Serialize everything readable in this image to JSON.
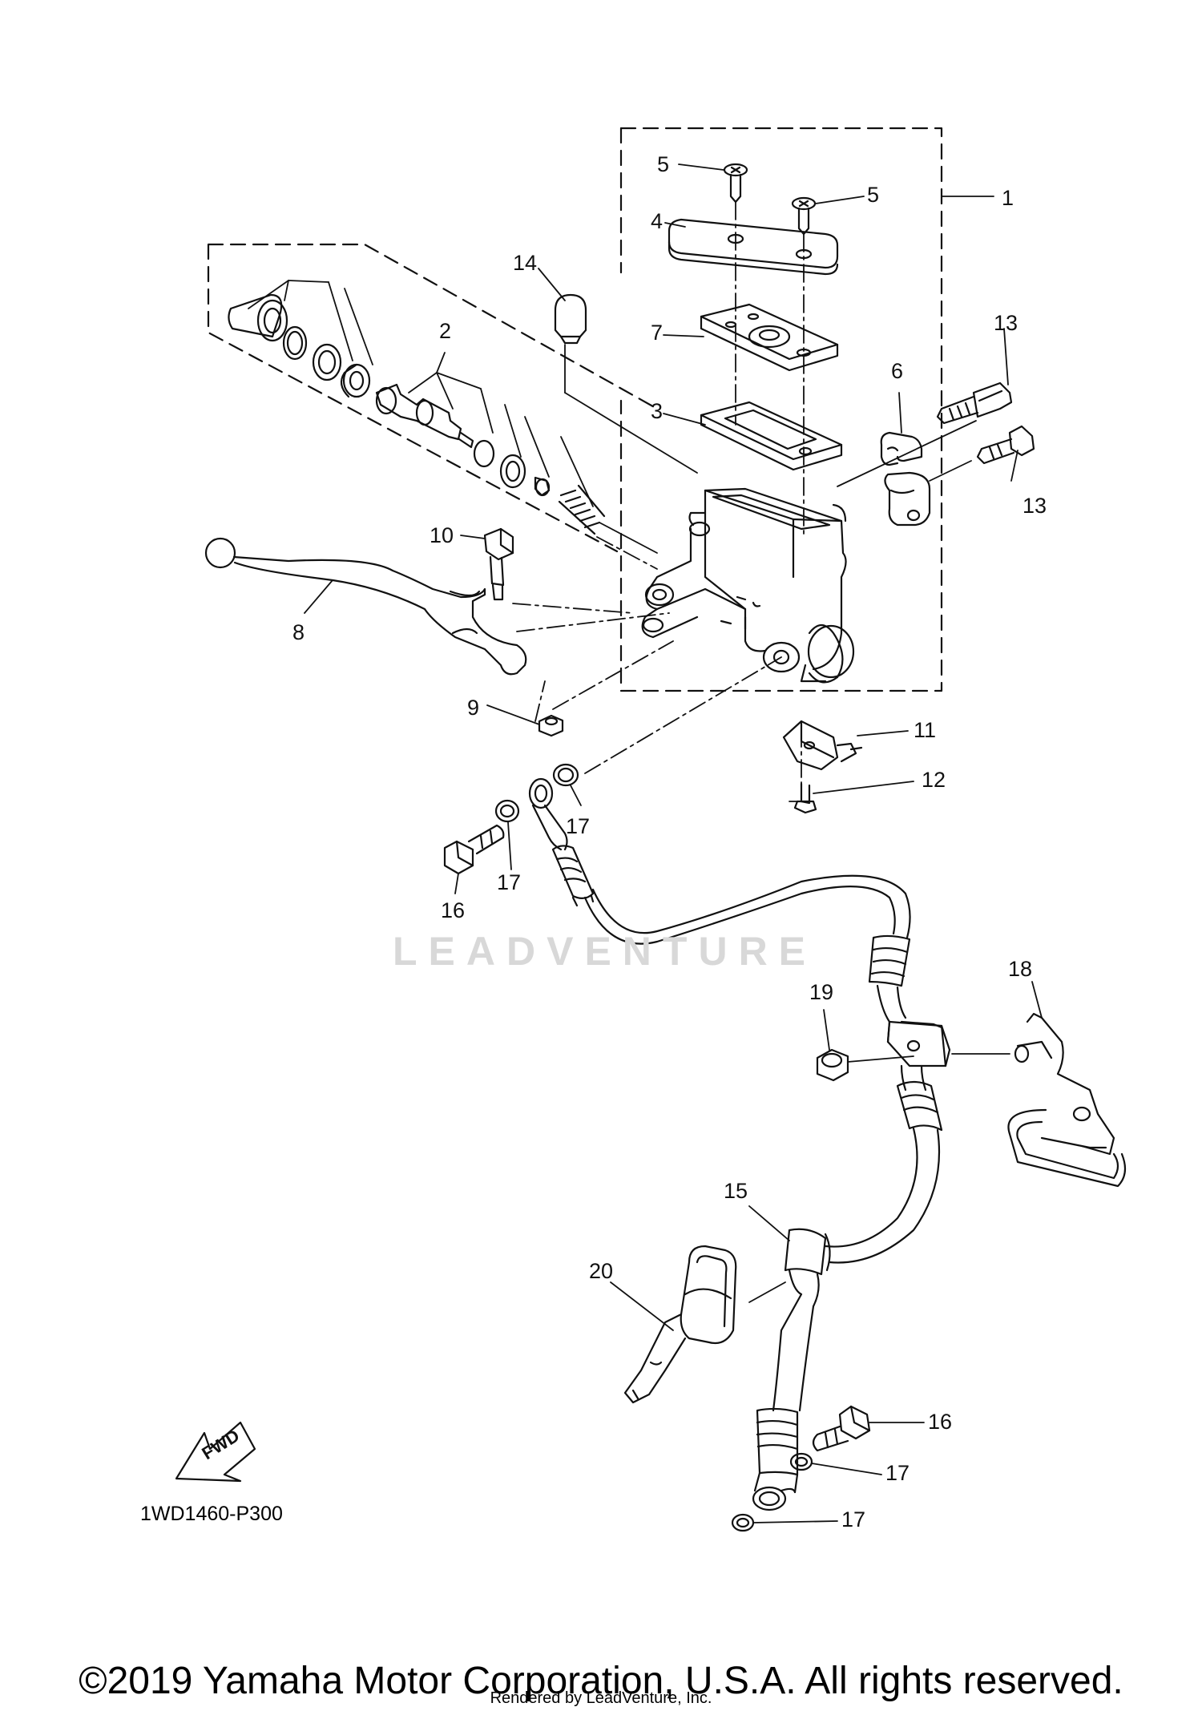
{
  "diagram": {
    "drawing_code": "1WD1460-P300",
    "fwd_label": "FWD",
    "watermark": "LEADVENTURE",
    "copyright": "©2019 Yamaha Motor Corporation, U.S.A. All rights reserved.",
    "rendered_by": "Rendered by LeadVenture, Inc.",
    "callouts": [
      "1",
      "2",
      "3",
      "4",
      "5",
      "5",
      "6",
      "7",
      "8",
      "9",
      "10",
      "11",
      "12",
      "13",
      "13",
      "14",
      "15",
      "16",
      "16",
      "17",
      "17",
      "17",
      "17",
      "18",
      "19",
      "20"
    ]
  }
}
